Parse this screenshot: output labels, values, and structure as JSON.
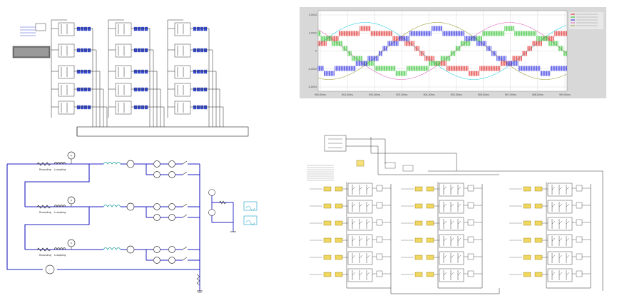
{
  "panels": {
    "top_left": {
      "description_shown": false
    },
    "bottom_left": {
      "rows": [
        {
          "r_label": "Rcoupling",
          "l_label": "Lcoupling",
          "meter_label": "V"
        },
        {
          "r_label": "Rcoupling",
          "l_label": "Lcoupling",
          "meter_label": "V"
        },
        {
          "r_label": "Rcoupling",
          "l_label": "Lcoupling",
          "meter_label": "V"
        }
      ],
      "source_symbol": "~"
    },
    "top_right": {
      "yticks": [
        "0.0004",
        "0.0002",
        "0",
        "-0.0002",
        "-0.0004"
      ],
      "xticks": [
        "900.00ms",
        "901.00ms",
        "902.00ms",
        "903.00ms",
        "904.00ms",
        "905.00ms",
        "906.00ms",
        "907.00ms",
        "908.00ms",
        "909.00ms"
      ],
      "colors": {
        "red": "#e02020",
        "green": "#22c022",
        "blue": "#2020e0",
        "cyan": "#30d0e0",
        "pink": "#e070c0",
        "olive": "#a0a040",
        "plot_bg": "#ffffff",
        "frame_bg": "#d8d8d8"
      }
    },
    "bottom_right": {
      "description_shown": false
    }
  }
}
